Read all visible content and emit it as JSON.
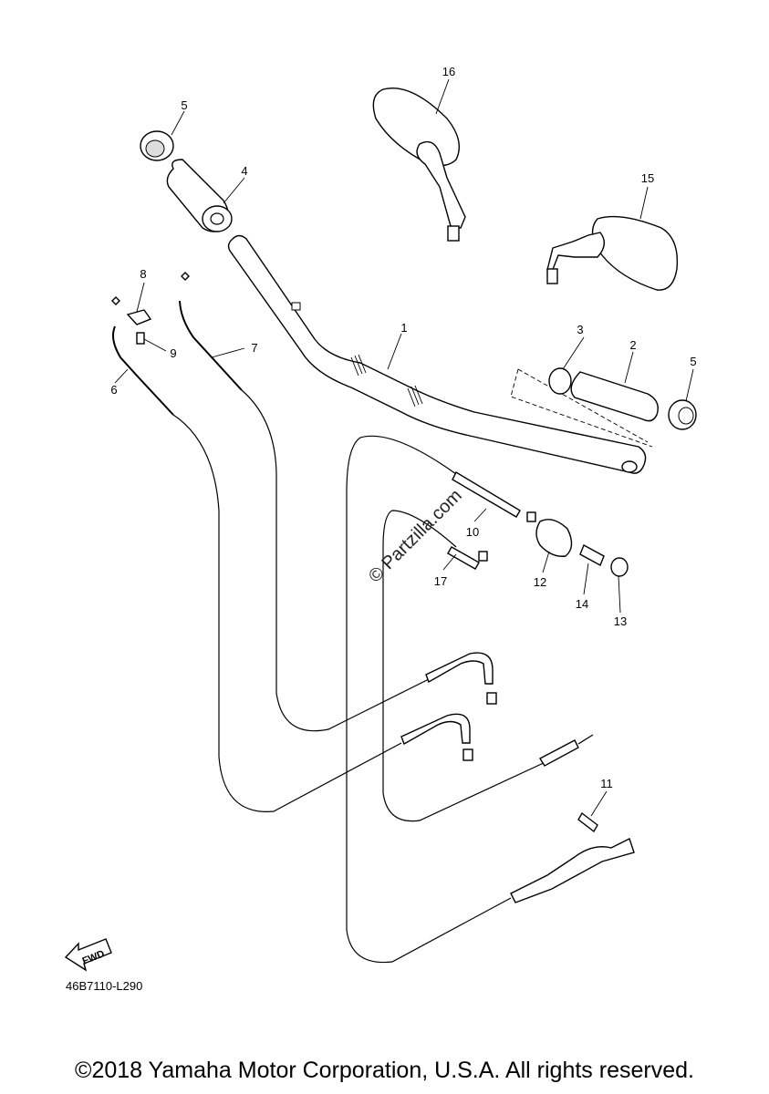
{
  "callouts": [
    {
      "id": "1",
      "label": "1"
    },
    {
      "id": "2",
      "label": "2"
    },
    {
      "id": "3",
      "label": "3"
    },
    {
      "id": "4",
      "label": "4"
    },
    {
      "id": "5a",
      "label": "5"
    },
    {
      "id": "5b",
      "label": "5"
    },
    {
      "id": "6",
      "label": "6"
    },
    {
      "id": "7",
      "label": "7"
    },
    {
      "id": "8",
      "label": "8"
    },
    {
      "id": "9",
      "label": "9"
    },
    {
      "id": "10",
      "label": "10"
    },
    {
      "id": "11",
      "label": "11"
    },
    {
      "id": "12",
      "label": "12"
    },
    {
      "id": "13",
      "label": "13"
    },
    {
      "id": "14",
      "label": "14"
    },
    {
      "id": "15",
      "label": "15"
    },
    {
      "id": "16",
      "label": "16"
    },
    {
      "id": "17",
      "label": "17"
    }
  ],
  "watermark": "© Partzilla.com",
  "fwd_label": "FWD",
  "diagram_code": "46B7110-L290",
  "copyright": "©2018 Yamaha Motor Corporation, U.S.A. All rights reserved."
}
